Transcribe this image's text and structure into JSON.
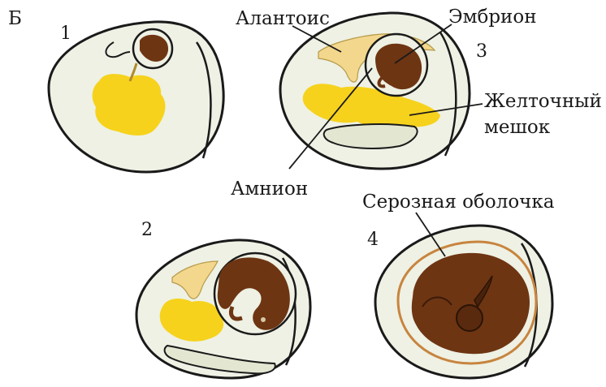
{
  "figure": {
    "letter": "Б",
    "stage_numbers": [
      "1",
      "2",
      "3",
      "4"
    ],
    "labels": {
      "allantois": "Алантоис",
      "embryo": "Эмбрион",
      "yolk_sac_line1": "Желточный",
      "yolk_sac_line2": "мешок",
      "amnion": "Амнион",
      "serous": "Серозная оболочка"
    }
  },
  "colors": {
    "shell_fill": "#eef1e4",
    "outline": "#1a1a1a",
    "yolk": "#f6d21c",
    "allantois": "#f3d78c",
    "embryo": "#6e3513",
    "serous_membrane": "#c8843e"
  }
}
